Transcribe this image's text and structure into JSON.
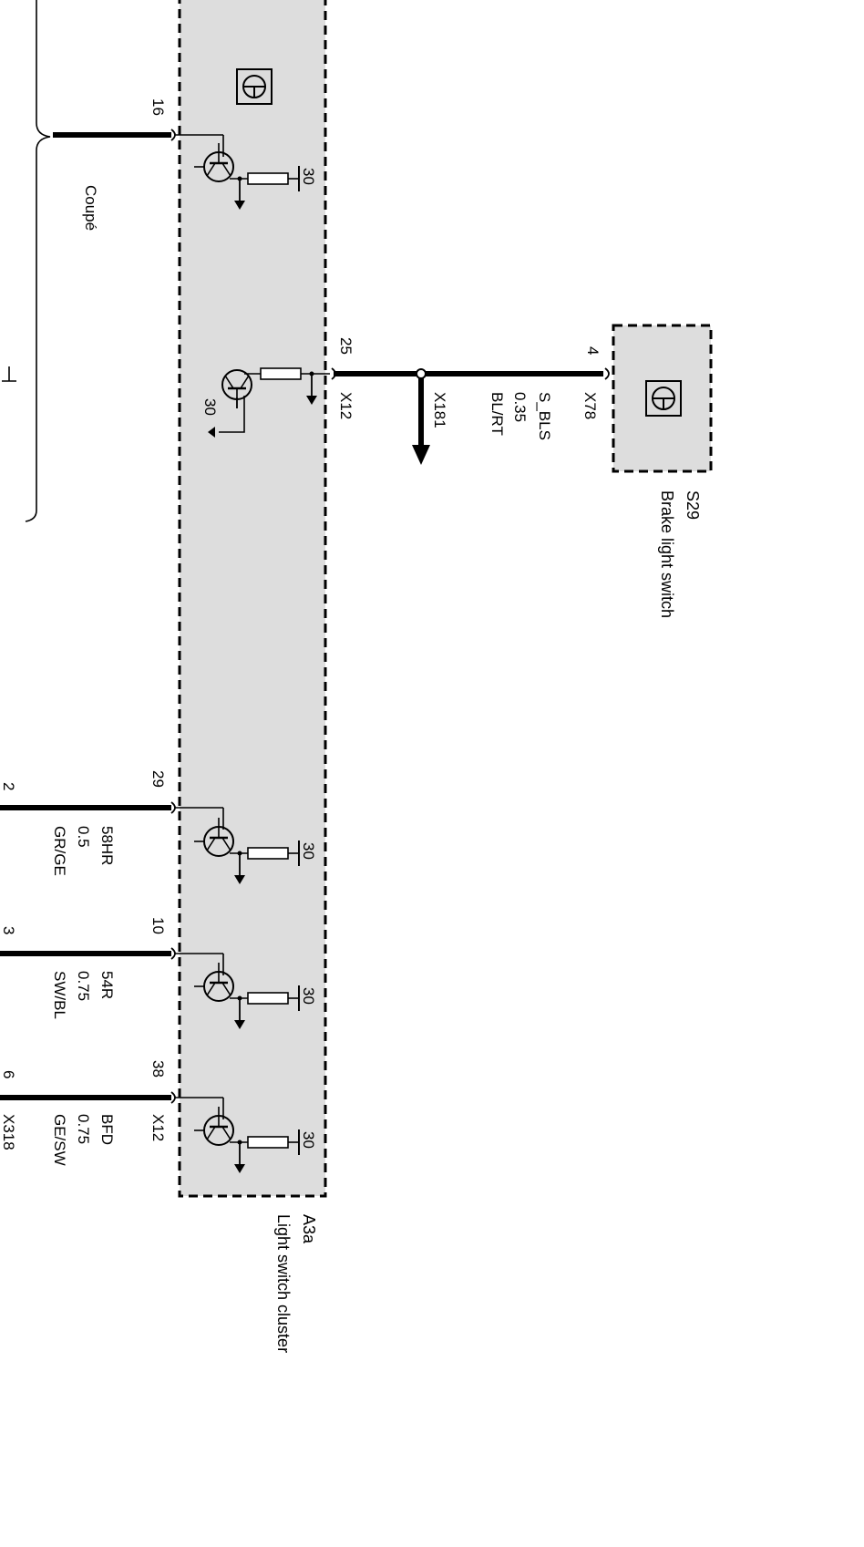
{
  "module_a3a": {
    "id": "A3a",
    "name": "Light switch cluster",
    "pins": {
      "p16": "16",
      "p25": "25",
      "p29": "29",
      "p10": "10",
      "p38": "38"
    },
    "connector_top": "X12",
    "connector_bottom": "X12",
    "supply_label": "30"
  },
  "module_s29": {
    "id": "S29",
    "name": "Brake light switch",
    "pin": "4",
    "connector": "X78"
  },
  "brake_line": {
    "signal": "S_BLS",
    "gauge": "0.35",
    "color": "BL/RT",
    "splice": "X181"
  },
  "left_bundle": {
    "variant": "Coupé"
  },
  "outputs": [
    {
      "signal": "58HR",
      "gauge": "0.5",
      "color": "GR/GE",
      "pin": "2"
    },
    {
      "signal": "54R",
      "gauge": "0.75",
      "color": "SW/BL",
      "pin": "3"
    },
    {
      "signal": "BFD",
      "gauge": "0.75",
      "color": "GE/SW",
      "pin": "6",
      "connector": "X318"
    }
  ]
}
